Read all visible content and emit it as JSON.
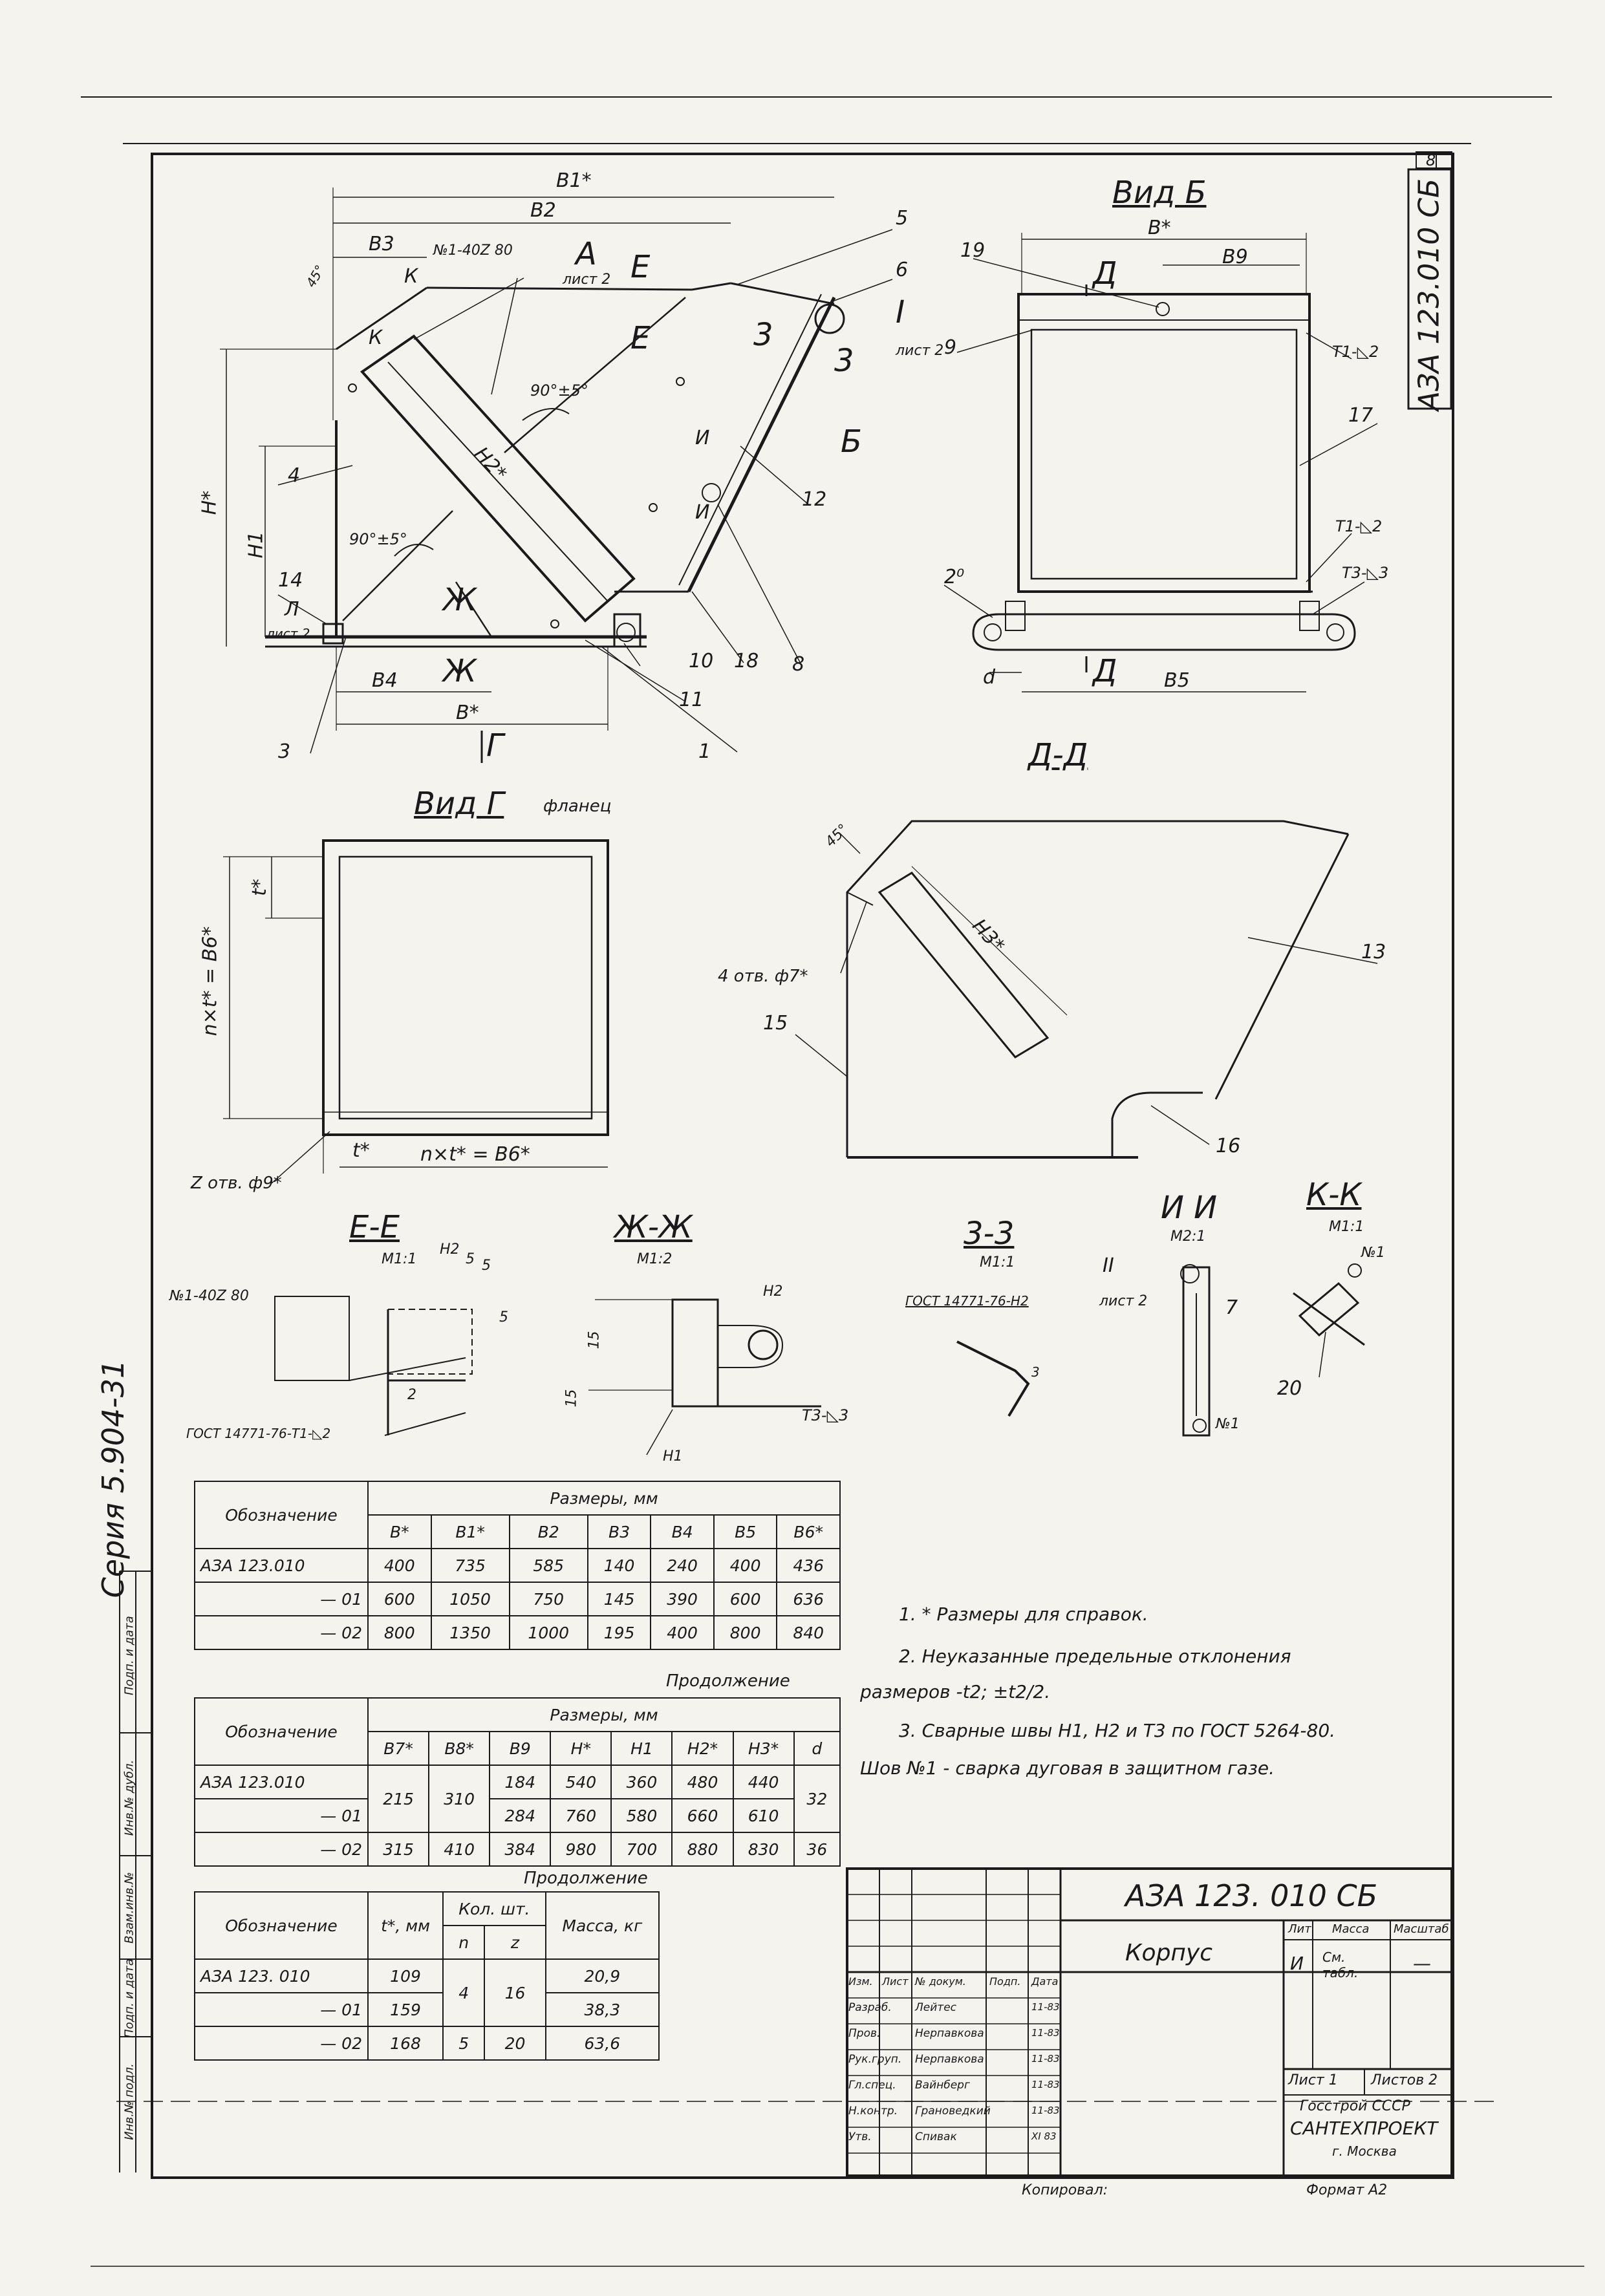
{
  "frame": {
    "stamp_vertical": "АЗА 123.010 СБ",
    "series": "Серия 5.904-31",
    "sheet_corner": "8",
    "side_strip": [
      "Инв.№ подл.",
      "Подп. и дата",
      "Взам.инв.№",
      "Инв.№ дубл.",
      "Подп. и дата"
    ]
  },
  "views": {
    "main_marks": {
      "b1": "В1*",
      "b2": "В2",
      "b3": "В3",
      "b4": "В4",
      "b_star": "В*",
      "h_star": "Н*",
      "h1": "Н1",
      "h2": "Н2*",
      "weld_note": "№1-40Z 80",
      "angle_a": "90°±5°",
      "angle_b": "90°±5°",
      "ang45": "45°",
      "arrow_a": "А",
      "arrow_a_sub": "лист 2",
      "arrow_e": "Е",
      "arrow_k": "К",
      "arrow_l": "Л",
      "arrow_l_sub": "лист 2",
      "arrow_zh": "Ж",
      "arrow_g": "Г",
      "arrow_i": "И",
      "arrow_b": "Б",
      "arrow_3": "3",
      "arrow_I": "I",
      "arrow_I_sub": "лист 2",
      "items": [
        "1",
        "3",
        "4",
        "5",
        "6",
        "8",
        "10",
        "11",
        "12",
        "14",
        "18"
      ]
    },
    "view_b": {
      "title": "Вид Б",
      "b_star": "В*",
      "b9": "В9",
      "b5": "В5",
      "d": "d",
      "cut_d": "Д",
      "items": [
        "19",
        "9",
        "17",
        "2⁰"
      ],
      "welds": [
        "Т1-◺2",
        "Т1-◺2",
        "Т3-◺3"
      ]
    },
    "view_g": {
      "title": "Вид Г",
      "subtitle": "фланец",
      "t_star": "t*",
      "t_star2": "t*",
      "side_dim": "n×t* = В6*",
      "bottom_dim": "n×t* = В6*",
      "holes": "Z отв. ф9*"
    },
    "section_dd": {
      "title": "Д-Д",
      "ang": "45°",
      "h3": "Н3*",
      "holes": "4 отв. ф7*",
      "items": [
        "13",
        "15",
        "16"
      ]
    },
    "section_ee": {
      "title": "Е-Е",
      "scale": "М1:1",
      "h2": "Н2",
      "d5a": "5",
      "d5b": "5",
      "d5c": "5",
      "d2": "2",
      "weld": "№1-40Z 80",
      "gost": "ГОСТ 14771-76-Т1-◺2"
    },
    "section_zhzh": {
      "title": "Ж-Ж",
      "scale": "М1:2",
      "h2": "Н2",
      "h1": "Н1",
      "d15a": "15",
      "d15b": "15",
      "weld": "Т3-◺3"
    },
    "section_33": {
      "title": "3-3",
      "scale": "М1:1",
      "gost": "ГОСТ 14771-76-Н2",
      "d3": "3"
    },
    "section_ii": {
      "title": "И И",
      "scale": "М2:1",
      "ref": "II",
      "ref_sub": "лист 2",
      "item": "7",
      "weld": "№1"
    },
    "section_kk": {
      "title": "К-К",
      "scale": "М1:1",
      "weld": "№1",
      "item": "20"
    }
  },
  "table1": {
    "header_group": "Размеры, мм",
    "col_label": "Обозначение",
    "columns": [
      "В*",
      "В1*",
      "В2",
      "В3",
      "В4",
      "В5",
      "В6*"
    ],
    "rows": [
      {
        "name": "АЗА 123.010",
        "values": [
          "400",
          "735",
          "585",
          "140",
          "240",
          "400",
          "436"
        ]
      },
      {
        "name": "— 01",
        "values": [
          "600",
          "1050",
          "750",
          "145",
          "390",
          "600",
          "636"
        ]
      },
      {
        "name": "— 02",
        "values": [
          "800",
          "1350",
          "1000",
          "195",
          "400",
          "800",
          "840"
        ]
      }
    ]
  },
  "table2": {
    "caption": "Продолжение",
    "header_group": "Размеры, мм",
    "col_label": "Обозначение",
    "columns": [
      "В7*",
      "В8*",
      "В9",
      "Н*",
      "Н1",
      "Н2*",
      "Н3*",
      "d"
    ],
    "rows": [
      {
        "name": "АЗА 123.010",
        "b7": "215",
        "b8": "310",
        "b9": "184",
        "h": "540",
        "h1": "360",
        "h2": "480",
        "h3": "440",
        "d": "32"
      },
      {
        "name": "— 01",
        "b9": "284",
        "h": "760",
        "h1": "580",
        "h2": "660",
        "h3": "610"
      },
      {
        "name": "— 02",
        "b7": "315",
        "b8": "410",
        "b9": "384",
        "h": "980",
        "h1": "700",
        "h2": "880",
        "h3": "830",
        "d": "36"
      }
    ]
  },
  "table3": {
    "caption": "Продолжение",
    "col_label": "Обозначение",
    "col_t": "t*, мм",
    "col_qty": "Кол. шт.",
    "col_n": "n",
    "col_z": "z",
    "col_mass": "Масса, кг",
    "rows": [
      {
        "name": "АЗА 123. 010",
        "t": "109",
        "mass": "20,9"
      },
      {
        "name": "— 01",
        "t": "159",
        "mass": "38,3"
      },
      {
        "name": "— 02",
        "t": "168",
        "n": "5",
        "z": "20",
        "mass": "63,6"
      }
    ],
    "n_merged": "4",
    "z_merged": "16"
  },
  "notes": [
    "1. * Размеры для справок.",
    "2. Неуказанные предельные отклонения",
    "размеров -t2; ±t2/2.",
    "3. Сварные швы Н1, Н2 и Т3 по ГОСТ 5264-80.",
    "Шов №1 - сварка дуговая в защитном газе."
  ],
  "title_block": {
    "code": "АЗА 123. 010 СБ",
    "name": "Корпус",
    "lit_label": "Лит.",
    "mass_label": "Масса",
    "scale_label": "Масштаб",
    "lit": "И",
    "mass": "См. табл.",
    "scale": "—",
    "sheet": "Лист 1",
    "sheets": "Листов 2",
    "org1": "Госстрой СССР",
    "org2": "САНТЕХПРОЕКТ",
    "org3": "г. Москва",
    "col_heads": [
      "Изм.",
      "Лист",
      "№ докум.",
      "Подп.",
      "Дата"
    ],
    "roles": [
      {
        "role": "Разраб.",
        "name": "Лейтес",
        "date": "11-83"
      },
      {
        "role": "Пров.",
        "name": "Нерпавкова",
        "date": "11-83"
      },
      {
        "role": "Рук.груп.",
        "name": "Нерпавкова",
        "date": "11-83"
      },
      {
        "role": "Гл.спец.",
        "name": "Вайнберг",
        "date": "11-83"
      },
      {
        "role": "Н.контр.",
        "name": "Грановедкий",
        "date": "11-83"
      },
      {
        "role": "Утв.",
        "name": "Спивак",
        "date": "XI 83"
      }
    ],
    "copied": "Копировал:",
    "format": "Формат А2"
  }
}
